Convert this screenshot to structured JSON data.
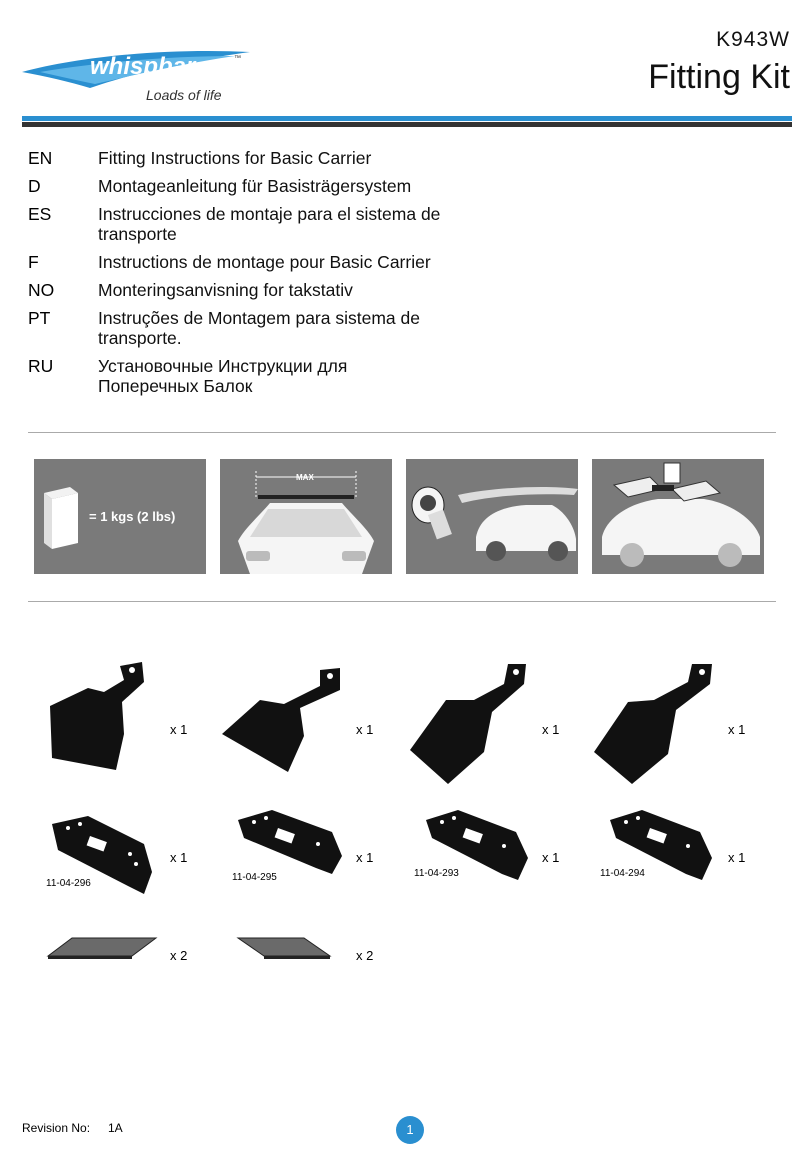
{
  "header": {
    "brand": "whispbar",
    "trademark": "™",
    "tagline": "Loads of life",
    "model_code": "K943W",
    "title": "Fitting Kit",
    "accent_color": "#2a8fd0"
  },
  "languages": [
    {
      "code": "EN",
      "text": "Fitting Instructions for Basic Carrier"
    },
    {
      "code": "D",
      "text": "Montageanleitung für Basisträgersystem"
    },
    {
      "code": "ES",
      "text": "Instrucciones de montaje para el sistema de transporte"
    },
    {
      "code": "F",
      "text": "Instructions de montage pour Basic Carrier"
    },
    {
      "code": "NO",
      "text": "Monteringsanvisning for takstativ"
    },
    {
      "code": "PT",
      "text": "Instruções de Montagem para sistema de transporte."
    },
    {
      "code": "RU",
      "text": "Установочные Инструкции для Поперечных Балок"
    }
  ],
  "pictograms": {
    "weight_label": "= 1 kgs (2 lbs)",
    "max_label": "MAX"
  },
  "parts": {
    "brackets": [
      {
        "qty": "x 1"
      },
      {
        "qty": "x 1"
      },
      {
        "qty": "x 1"
      },
      {
        "qty": "x 1"
      }
    ],
    "pads": [
      {
        "code": "11-04-296",
        "qty": "x 1"
      },
      {
        "code": "11-04-295",
        "qty": "x 1"
      },
      {
        "code": "11-04-293",
        "qty": "x 1"
      },
      {
        "code": "11-04-294",
        "qty": "x 1"
      }
    ],
    "strips": [
      {
        "qty": "x 2"
      },
      {
        "qty": "x 2"
      }
    ]
  },
  "footer": {
    "revision_label": "Revision No:",
    "revision_value": "1A",
    "page_number": "1"
  }
}
